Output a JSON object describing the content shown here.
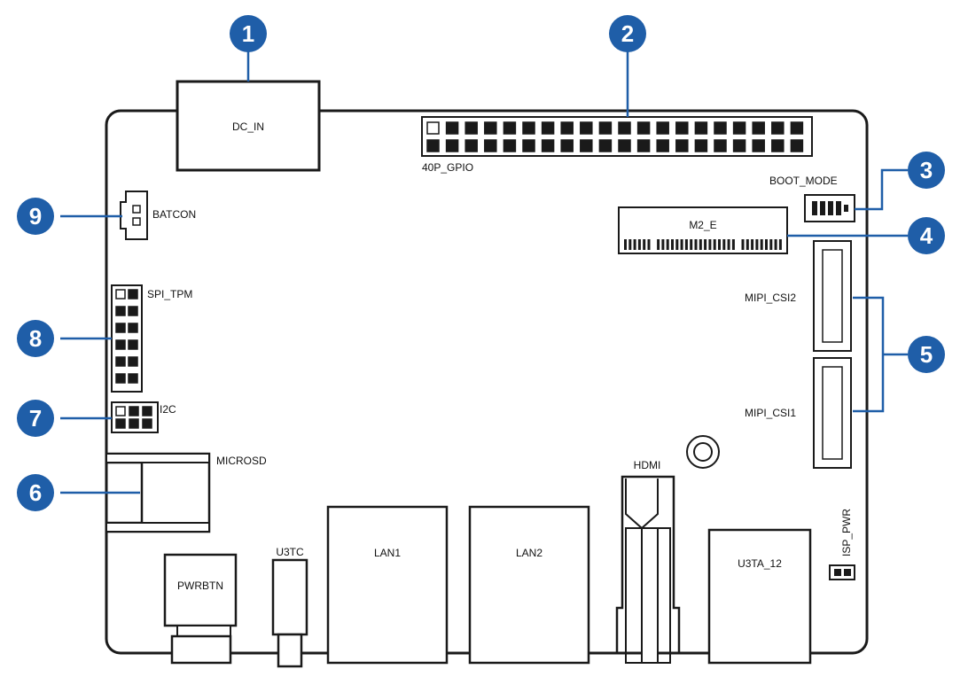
{
  "components": {
    "dc_in": "DC_IN",
    "gpio": "40P_GPIO",
    "boot_mode": "BOOT_MODE",
    "m2_e": "M2_E",
    "batcon": "BATCON",
    "spi_tpm": "SPI_TPM",
    "i2c": "I2C",
    "microsd": "MICROSD",
    "mipi_csi2": "MIPI_CSI2",
    "mipi_csi1": "MIPI_CSI1",
    "hdmi": "HDMI",
    "pwrbtn": "PWRBTN",
    "u3tc": "U3TC",
    "lan1": "LAN1",
    "lan2": "LAN2",
    "u3ta_12": "U3TA_12",
    "isp_pwr": "ISP_PWR"
  },
  "callouts": [
    "1",
    "2",
    "3",
    "4",
    "5",
    "6",
    "7",
    "8",
    "9"
  ],
  "colors": {
    "callout_fill": "#1f5ea8",
    "leader_line": "#1f5ea8",
    "outline": "#1a1a1a"
  }
}
